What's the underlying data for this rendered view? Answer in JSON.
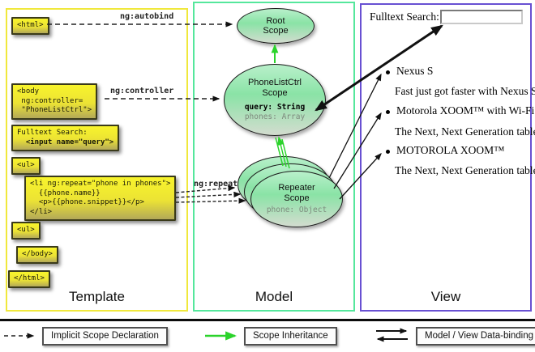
{
  "colors": {
    "template_border": "#f0e83c",
    "model_border": "#55e79c",
    "view_border": "#6850d2",
    "inheritance_green": "#2bd32b",
    "code_box_yellow": "#f8f42c",
    "scope_green": "#8ae3a6"
  },
  "template_panel": {
    "label": "Template",
    "tags": {
      "html_open": "<html>",
      "body_open": "<body\n ng:controller=\n \"PhoneListCtrl\">",
      "fulltext_label": "Fulltext Search:",
      "fulltext_input": "  <input name=\"query\">",
      "ul_open": "<ul>",
      "li_repeat": "<li ng:repeat=\"phone in phones\">\n  {{phone.name}}\n  <p>{{phone.snippet}}</p>\n</li>",
      "ul_close": "<ul>",
      "body_close": "</body>",
      "html_close": "</html>"
    }
  },
  "arrow_labels": {
    "autobind": "ng:autobind",
    "controller": "ng:controller",
    "repeat": "ng:repeat"
  },
  "model_panel": {
    "label": "Model",
    "root_scope": {
      "title": "Root\nScope"
    },
    "phonelist_scope": {
      "title": "PhoneListCtrl\nScope",
      "prop_query": "query: String",
      "prop_phones": "phones: Array"
    },
    "repeater_scope": {
      "title": "Repeater\nScope",
      "prop_phone": "phone: Object"
    }
  },
  "view_panel": {
    "label": "View",
    "search_label": "Fulltext Search:",
    "search_value": "",
    "items": [
      {
        "title": "Nexus S",
        "desc": "Fast just got faster with Nexus S."
      },
      {
        "title": "Motorola XOOM™ with Wi-Fi",
        "desc": "The Next, Next Generation tablet."
      },
      {
        "title": "MOTOROLA XOOM™",
        "desc": "The Next, Next Generation tablet."
      }
    ]
  },
  "legend": {
    "implicit": "Implicit Scope Declaration",
    "inheritance": "Scope Inheritance",
    "databinding": "Model / View Data-binding"
  }
}
